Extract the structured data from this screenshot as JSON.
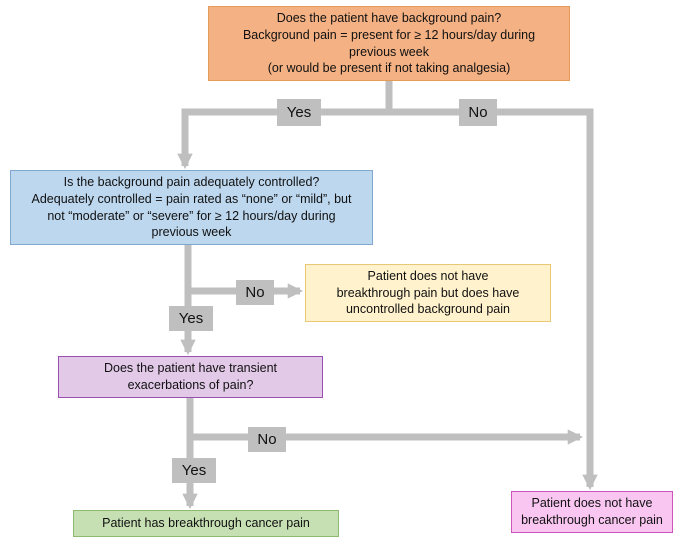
{
  "nodes": {
    "background_pain_question": {
      "lines": [
        "Does the patient have background pain?",
        "Background pain = present  for ≥ 12 hours/day during",
        "previous week",
        "(or would be present if not taking analgesia)"
      ]
    },
    "controlled_question": {
      "lines": [
        "Is the background pain adequately controlled?",
        "Adequately controlled = pain rated as “none” or “mild”, but",
        "not “moderate” or “severe” for ≥ 12 hours/day during",
        "previous week"
      ]
    },
    "uncontrolled_outcome": {
      "lines": [
        "Patient does not have",
        "breakthrough pain but does have",
        "uncontrolled background pain"
      ]
    },
    "transient_question": {
      "lines": [
        "Does the patient have transient",
        "exacerbations of pain?"
      ]
    },
    "breakthrough_outcome": {
      "lines": [
        "Patient has breakthrough cancer pain"
      ]
    },
    "no_breakthrough_outcome": {
      "lines": [
        "Patient does not have",
        "breakthrough cancer pain"
      ]
    }
  },
  "edge_labels": {
    "yes_1": "Yes",
    "no_1": "No",
    "no_2": "No",
    "yes_2": "Yes",
    "no_3": "No",
    "yes_3": "Yes"
  },
  "colors": {
    "arrow": "#bfbfbf",
    "background_pain_question": "#f4b183",
    "controlled_question": "#bdd7ee",
    "uncontrolled_outcome": "#fff2cc",
    "transient_question": "#e2c9e8",
    "breakthrough_outcome": "#c6e0b4",
    "no_breakthrough_outcome": "#f9c6f2"
  }
}
